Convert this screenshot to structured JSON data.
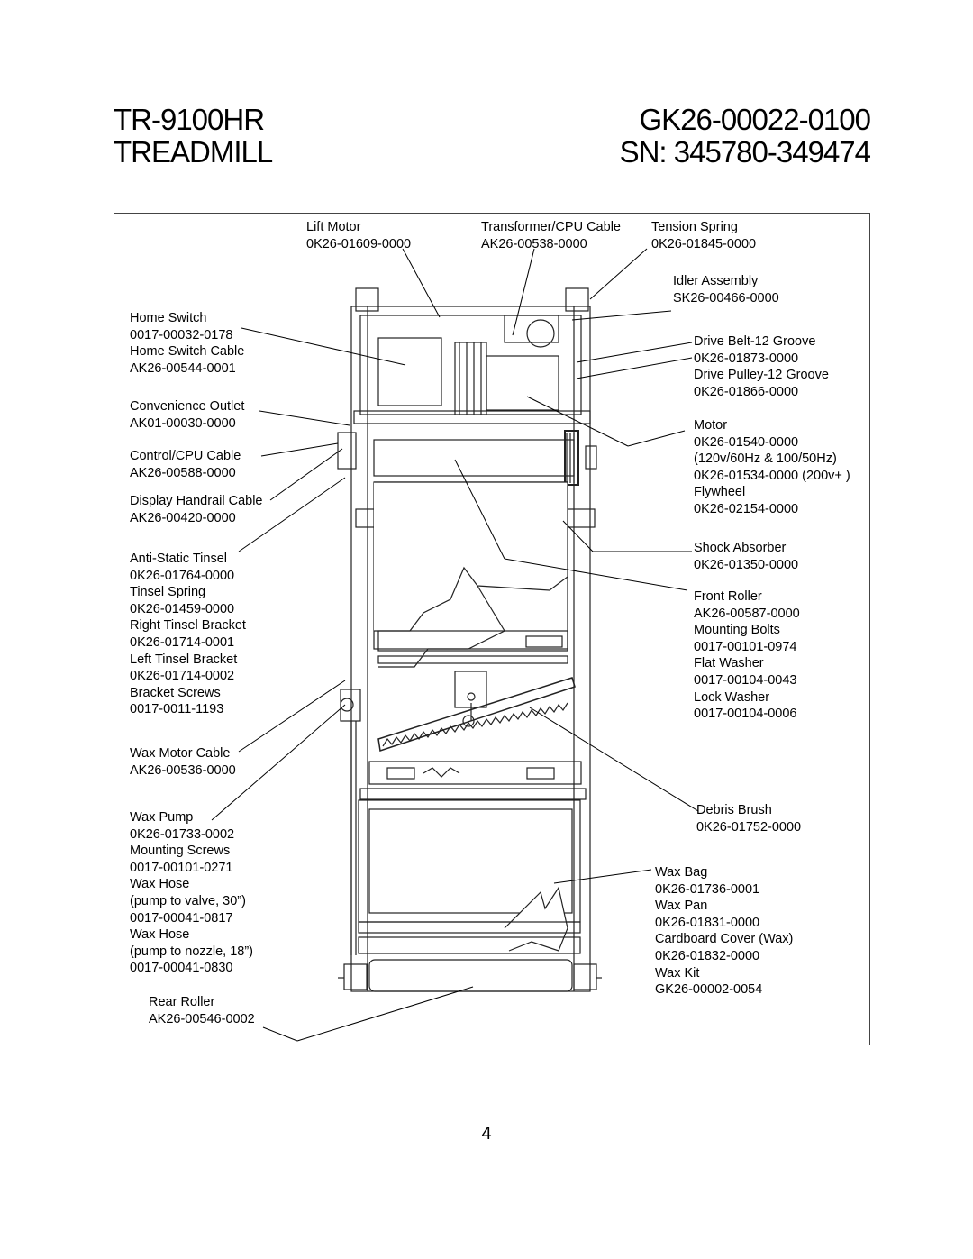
{
  "header": {
    "model": "TR-9100HR",
    "product": "TREADMILL",
    "part_number": "GK26-00022-0100",
    "serial_range": "SN: 345780-349474"
  },
  "callouts": {
    "lift_motor": [
      "Lift Motor",
      "0K26-01609-0000"
    ],
    "transformer_cpu_cable": [
      "Transformer/CPU Cable",
      "AK26-00538-0000"
    ],
    "tension_spring": [
      "Tension Spring",
      "0K26-01845-0000"
    ],
    "idler_assembly": [
      "Idler Assembly",
      "SK26-00466-0000"
    ],
    "home_switch": [
      "Home Switch",
      "0017-00032-0178",
      "Home Switch Cable",
      "AK26-00544-0001"
    ],
    "drive_belt": [
      "Drive Belt-12 Groove",
      "0K26-01873-0000",
      "Drive Pulley-12 Groove",
      "0K26-01866-0000"
    ],
    "convenience_outlet": [
      "Convenience Outlet",
      "AK01-00030-0000"
    ],
    "motor": [
      "Motor",
      "0K26-01540-0000",
      "(120v/60Hz & 100/50Hz)",
      "0K26-01534-0000 (200v+ )",
      "Flywheel",
      "0K26-02154-0000"
    ],
    "control_cpu_cable": [
      "Control/CPU Cable",
      "AK26-00588-0000"
    ],
    "display_handrail_cable": [
      "Display Handrail Cable",
      "AK26-00420-0000"
    ],
    "shock_absorber": [
      "Shock Absorber",
      "0K26-01350-0000"
    ],
    "anti_static": [
      "Anti-Static Tinsel",
      "0K26-01764-0000",
      "Tinsel Spring",
      "0K26-01459-0000",
      "Right Tinsel Bracket",
      "0K26-01714-0001",
      "Left Tinsel Bracket",
      "0K26-01714-0002",
      "Bracket Screws",
      "0017-0011-1193"
    ],
    "front_roller": [
      "Front Roller",
      "AK26-00587-0000",
      "Mounting Bolts",
      "0017-00101-0974",
      "Flat Washer",
      "0017-00104-0043",
      "Lock Washer",
      "0017-00104-0006"
    ],
    "wax_motor_cable": [
      "Wax Motor Cable",
      "AK26-00536-0000"
    ],
    "debris_brush": [
      "Debris Brush",
      "0K26-01752-0000"
    ],
    "wax_pump": [
      "Wax Pump",
      "0K26-01733-0002",
      "Mounting Screws",
      "0017-00101-0271",
      "Wax Hose",
      "(pump to valve, 30”)",
      "0017-00041-0817",
      "Wax Hose",
      "(pump to nozzle, 18”)",
      "0017-00041-0830"
    ],
    "wax_bag": [
      "Wax Bag",
      "0K26-01736-0001",
      "Wax Pan",
      "0K26-01831-0000",
      "Cardboard Cover (Wax)",
      "0K26-01832-0000",
      "Wax Kit",
      "GK26-00002-0054"
    ],
    "rear_roller": [
      "Rear Roller",
      "AK26-00546-0002"
    ]
  },
  "page_number": "4"
}
